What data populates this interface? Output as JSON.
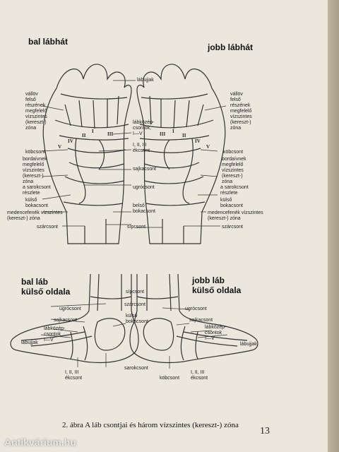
{
  "top": {
    "left_title": "bal lábhát",
    "right_title": "jobb lábhát",
    "labels": {
      "labujjak": "lábujjak",
      "vallov_left": "vállöv\nfelső\nrészének\nmegfelelő\nvízszintes\n(kereszt-)\nzóna",
      "vallov_right": "vállöv\nfelső\nrészének\nmegfelelő\nvízszintes\n(kereszt-)\nzóna",
      "labkozep": "lábközép-\ncsontok,\nI—V",
      "ek": "I, II, III\nékcsont",
      "kobcsont_left": "köbcsont",
      "kobcsont_right": "köbcsont",
      "bordalvnek": "bordaívnek\nmegfelelő\nvízszintes\n(kereszt-)\nzóna",
      "bordalvnek_right": "bordaívnek\nmegfelelő\nvízszintes\n(kereszt-)\nzóna",
      "sajkacsont": "sajkacsont",
      "a_sarokcsont_left": "a sarokcsont\nrészlete",
      "a_sarokcsont_right": "a sarokcsont\nrészlete",
      "ugrocsont": "ugrócsont",
      "kulso_bokacsont_left": "külső\nbokacsont",
      "kulso_bokacsont_right": "külső\nbokacsont",
      "belso_bokacsont": "belső\nbokacsont",
      "medence_left": "medencefenék vízszintes\n(kereszt-) zóna",
      "medence_right": "medencefenék vízszintes\n(kereszt-) zóna",
      "szarcsont_left": "szárcsont",
      "szarcsont_right": "szárcsont",
      "sipcsont": "sípcsont"
    },
    "numerals": {
      "i": "I",
      "ii": "II",
      "iii": "III",
      "iv": "IV",
      "v": "V"
    }
  },
  "bottom": {
    "left_title": "bal láb\nkülső oldala",
    "right_title": "jobb láb\nkülső oldala",
    "labels": {
      "sipcsont": "sípcsont",
      "szarcsont": "szárcsont",
      "ugrocsont": "ugrócsont",
      "ugrocsont_right": "ugrócsont",
      "sajkacsont_left": "sajkacsont",
      "sajkacsont_right": "sajkacsont",
      "kulso_bokacsont": "külső\nbokacsont",
      "labkozep_left": "lábközép-\ncsontok\nI—V",
      "labkozep_right": "lábközép-\ncsontok\nI—V",
      "labujjak_left": "lábujjak",
      "labujjak_right": "lábujjak",
      "sarokcsont": "sarokcsont",
      "ek_left": "I, II, III\nékcsont",
      "ek_right": "I, II, III\nékcsont",
      "kobcsont": "köbcsont"
    }
  },
  "caption": "2. ábra A láb csontjai és három vízszintes (kereszt-) zóna",
  "page_number": "13",
  "watermark": "Antikvárium.hu"
}
